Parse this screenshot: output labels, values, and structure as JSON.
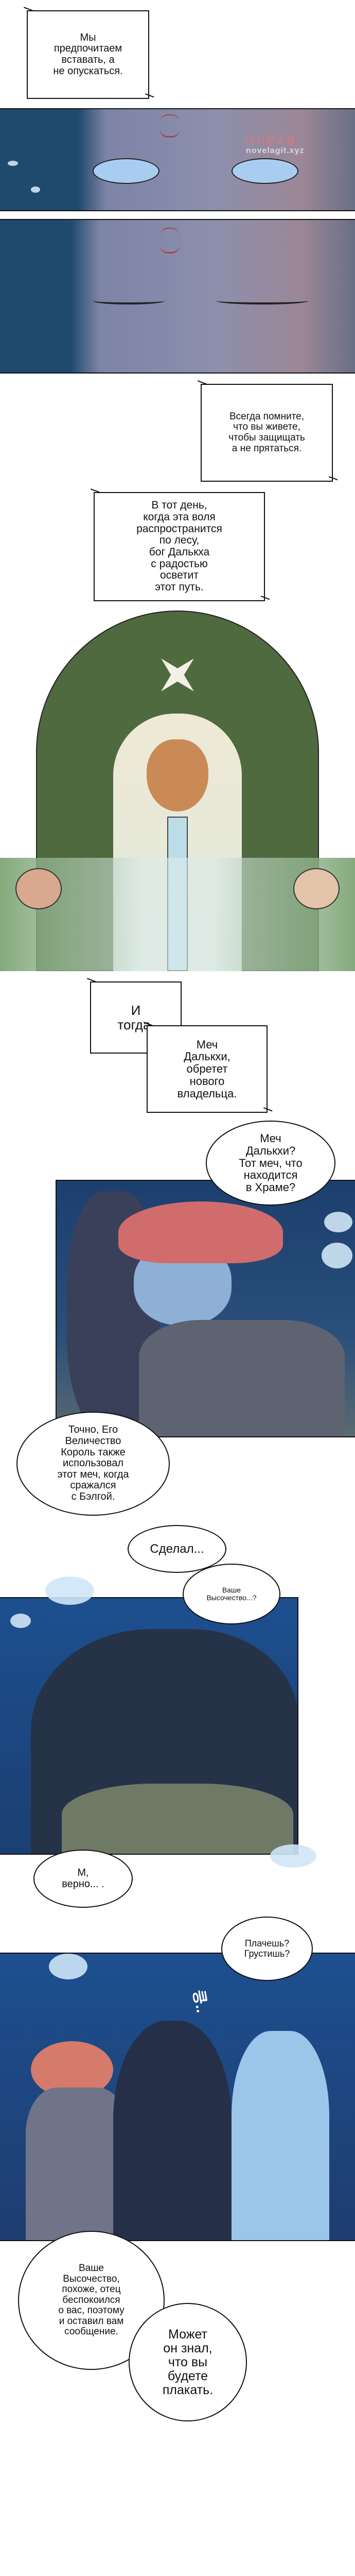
{
  "captions": [
    {
      "text": "Мы\nпредпочитаем\nвставать, а\nне опускаться."
    },
    {
      "text": "Всегда помните,\nчто вы живете,\nчтобы защищать\nа не прятаться."
    },
    {
      "text": "В тот день,\nкогда эта воля\nраспространится\nпо лесу,\nбог Далькха\nс радостью\nосветит\nэтот путь."
    },
    {
      "text": "И\nтогда,"
    },
    {
      "text": "Меч\nДалькхи,\nобретет\nнового\nвладельца."
    }
  ],
  "bubbles": [
    {
      "text": "Меч\nДалькхи?\nТот меч, что\nнаходится\nв Храме?"
    },
    {
      "text": "Точно, Его\nВеличество\nКороль также\nиспользовал\nэтот меч, когда\nсражался\nс Бэлгой."
    },
    {
      "text": "Сделал..."
    },
    {
      "text": "Ваше\nВысочество...?"
    },
    {
      "text": "М,\nверно... ."
    },
    {
      "text": "Плачешь?\nГрустишь?"
    },
    {
      "text": "Ваше\nВысочество,\nпохоже, отец\nбеспокоился\nо вас, поэтому\nи оставил вам\nсообщение."
    },
    {
      "text": "Может\nон знал,\nчто вы\nбудете\nплакать."
    }
  ],
  "sfx": "킁..",
  "watermark": {
    "korean": "아지툰소설",
    "url": "novelagit.xyz"
  },
  "colors": {
    "night": "#1f4a6e",
    "skin": "#8a8fae",
    "forest": "#4f6a3e",
    "deep_blue": "#1d4f8f"
  }
}
